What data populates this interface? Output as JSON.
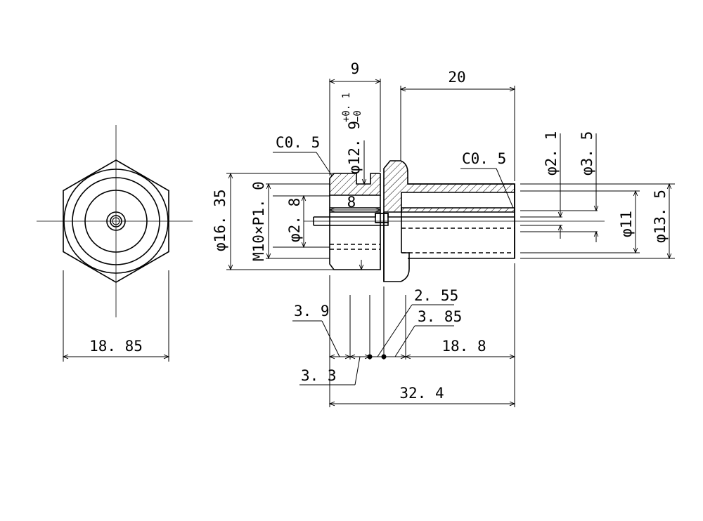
{
  "palette": {
    "line": "#000000",
    "background": "#ffffff"
  },
  "end_view": {
    "width_dim": "18. 85"
  },
  "side_view": {
    "dim_top_9": "9",
    "dim_top_20": "20",
    "chamfer_left": "C0. 5",
    "chamfer_right": "C0. 5",
    "dia_12_9": "φ12. 9",
    "dia_12_9_tol_plus": "+0. 1",
    "dia_12_9_tol_minus": "−0",
    "dia_16_35": "φ16. 35",
    "thread": "M10×P1. 0",
    "dia_2_8": "φ2. 8",
    "thread_len_8": "8",
    "dia_2_1": "φ2. 1",
    "dia_3_5": "φ3. 5",
    "dia_11": "φ11",
    "dia_13_5": "φ13. 5",
    "dim_3_9": "3. 9",
    "dim_3_3": "3. 3",
    "dim_2_55": "2. 55",
    "dim_3_85": "3. 85",
    "dim_18_8": "18. 8",
    "dim_32_4": "32. 4"
  }
}
